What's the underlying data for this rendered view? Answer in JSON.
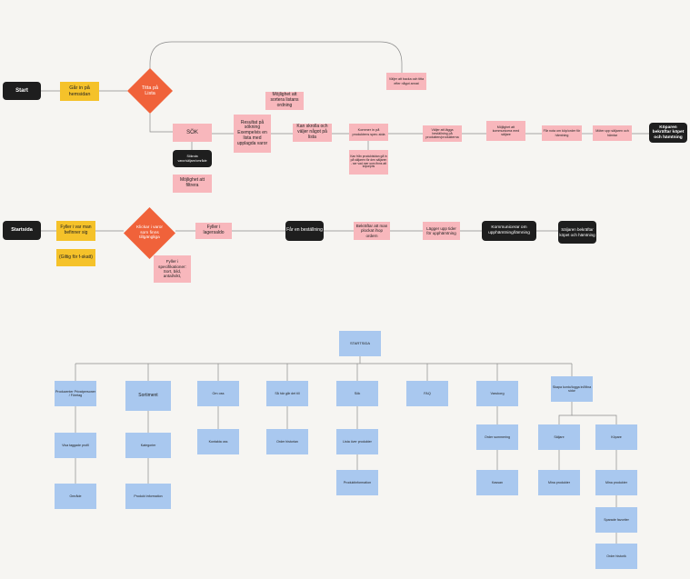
{
  "flow1": {
    "start": "Start",
    "go_to_site": "Går in på hemsidan",
    "look": "Titta på Lista",
    "search": "SÖK",
    "search_hint": "Sökruta varor/säljare/område",
    "filter": "Möjlighet att filtrera",
    "results": "Resultat på sökning Exempelvis en lista med upplagda varor",
    "sort": "Möjlighet att sortera listans ordning",
    "scroll": "Kan skrolla och väljer något på lista",
    "product_page": "Kommer in på produktens spec-sida",
    "seller_page": "Kan från produktsidan gå in på säljaren för den säljaren - ser vad mer som finns att köpa/pris",
    "go_back": "Väljer att backa och titta efter något annat",
    "order": "Väljer att lägga beställning på produkten/produkterna",
    "communicate": "Möjlighet att kommunicera med säljare",
    "receipt": "Får nota om köp/order för hämtning",
    "pickup": "Möter upp säljaren och hämtar",
    "confirm": "Köparen bekräftar köpet och hämtning"
  },
  "flow2": {
    "start": "Startsida",
    "fill_info": "Fyller i var man befinner sig",
    "valid": "(Giltig för f-skatt)",
    "click": "Klickar i varor som finns tillgängliga",
    "specs": "Fyller i specifikationer: Sort, bild, antal/vikt,",
    "stock": "Fyller i lagersaldo",
    "get_order": "Får en beställning",
    "confirm_picked": "Bekräftar att man plockat ihop ordern",
    "schedule": "Lägger upp tider för upphämtning",
    "communicate": "Kommunicerar om upphämtning/lämning",
    "seller_confirms": "Säljaren bekräftar köpet och hämtning"
  },
  "sitemap": {
    "root": "STARTSIDA",
    "sections": [
      {
        "label": "Producenter Privatpersoner / Företag",
        "children": [
          "Visa taggade profil",
          "Område"
        ]
      },
      {
        "label": "Sortiment",
        "children": [
          "Kategorier",
          "Produkt information"
        ]
      },
      {
        "label": "Om oss",
        "children": [
          "Kontakta oss"
        ]
      },
      {
        "label": "Så här går det till",
        "children": [
          "Order historian"
        ]
      },
      {
        "label": "Sök",
        "children": [
          "Lista över produkter",
          "Produktinformation"
        ]
      },
      {
        "label": "FAQ",
        "children": []
      },
      {
        "label": "Varukorg",
        "children": [
          "Order summering",
          "Kassan"
        ]
      },
      {
        "label": "Skapa konto/logga in/Mina sidor",
        "children": []
      }
    ],
    "account": {
      "seller": "Säljare",
      "seller_child": "Mina produkter",
      "buyer": "Köpare",
      "buyer_children": [
        "Mina produkter",
        "Sparade favoriter",
        "Order historik"
      ]
    }
  },
  "colors": {
    "background": "#f6f5f2",
    "dark": "#1e1e1e",
    "yellow": "#f5c22a",
    "pink": "#f8b7bc",
    "blue": "#a9c8ef",
    "diamond": "#f0623a",
    "connector": "#8a8a8a"
  }
}
